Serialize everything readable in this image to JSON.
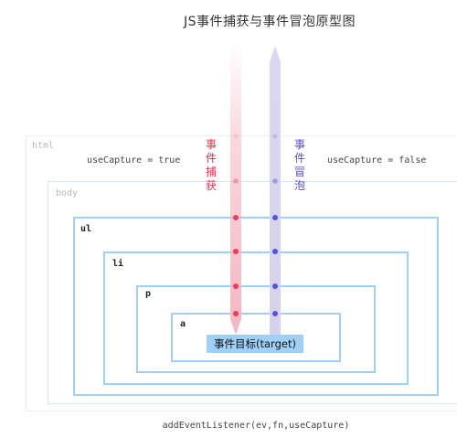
{
  "title": "JS事件捕获与事件冒泡原型图",
  "boxes": {
    "html": "html",
    "body": "body",
    "ul": "ul",
    "li": "li",
    "p": "p",
    "a": "a"
  },
  "capture_caption": "useCapture = true",
  "bubble_caption": "useCapture = false",
  "capture_label": "事件捕获",
  "bubble_label": "事件冒泡",
  "target_label": "事件目标(target)",
  "footer": "addEventListener(ev,fn,useCapture)",
  "colors": {
    "capture_arrow": "#f3b6c0",
    "capture_dot": "#ee3b56",
    "capture_text": "#e6304d",
    "bubble_arrow": "#d4d2ee",
    "bubble_dot": "#5a4fe0",
    "bubble_text": "#5a4bd6",
    "box_border": "#9fd0f7"
  }
}
